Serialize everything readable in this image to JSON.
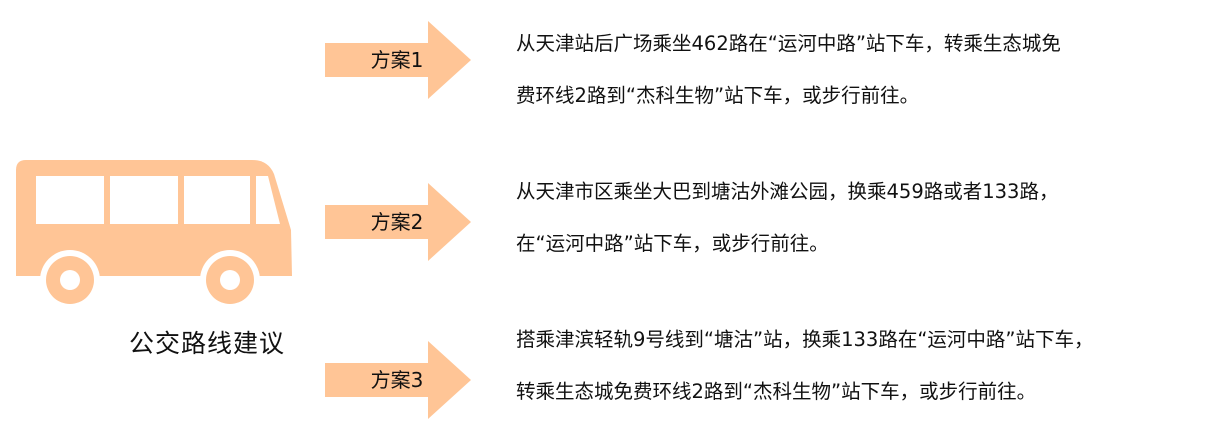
{
  "colors": {
    "accent": "#FFC596",
    "text": "#111111",
    "background": "#FFFFFF"
  },
  "icons": {
    "main": "bus-icon",
    "pointer": "right-arrow-icon"
  },
  "caption": "公交路线建议",
  "plans": [
    {
      "label": "方案1",
      "lines": [
        "从天津站后广场乘坐462路在“运河中路”站下车，转乘生态城免",
        "费环线2路到“杰科生物”站下车，或步行前往。"
      ]
    },
    {
      "label": "方案2",
      "lines": [
        "从天津市区乘坐大巴到塘沽外滩公园，换乘459路或者133路，",
        "在“运河中路”站下车，或步行前往。"
      ]
    },
    {
      "label": "方案3",
      "lines": [
        "搭乘津滨轻轨9号线到“塘沽”站，换乘133路在“运河中路”站下车，",
        "转乘生态城免费环线2路到“杰科生物”站下车，或步行前往。"
      ]
    }
  ]
}
